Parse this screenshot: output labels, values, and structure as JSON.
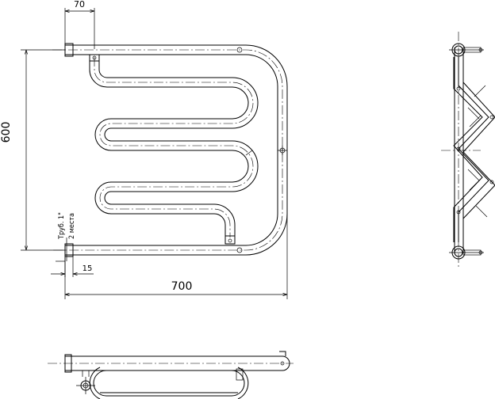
{
  "dimensions": {
    "top_offset": "70",
    "height": "600",
    "width": "700",
    "bottom_offset": "15"
  },
  "note": {
    "line1": "Труб. 1\"",
    "line2": "2 места"
  }
}
